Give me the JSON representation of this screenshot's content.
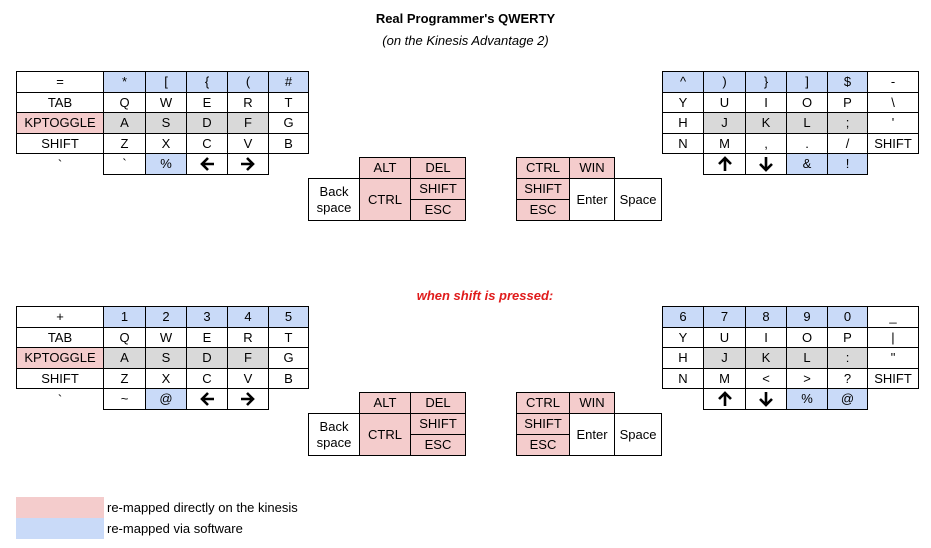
{
  "title": "Real Programmer's QWERTY",
  "subtitle": "(on the Kinesis Advantage 2)",
  "shift_note": "when shift is pressed:",
  "colors": {
    "pink": "#f4cccc",
    "blue": "#c9daf8",
    "gray": "#d9d9d9"
  },
  "legend": [
    {
      "color": "pink",
      "label": "re-mapped directly on the kinesis"
    },
    {
      "color": "blue",
      "label": "re-mapped via software"
    }
  ],
  "layers": [
    {
      "name": "base",
      "left": [
        [
          {
            "t": "=",
            "c": "white"
          },
          {
            "t": "*",
            "c": "blue"
          },
          {
            "t": "[",
            "c": "blue"
          },
          {
            "t": "{",
            "c": "blue"
          },
          {
            "t": "(",
            "c": "blue"
          },
          {
            "t": "#",
            "c": "blue"
          }
        ],
        [
          {
            "t": "TAB",
            "c": "white"
          },
          {
            "t": "Q",
            "c": "white"
          },
          {
            "t": "W",
            "c": "white"
          },
          {
            "t": "E",
            "c": "white"
          },
          {
            "t": "R",
            "c": "white"
          },
          {
            "t": "T",
            "c": "white"
          }
        ],
        [
          {
            "t": "KPTOGGLE",
            "c": "pink"
          },
          {
            "t": "A",
            "c": "gray"
          },
          {
            "t": "S",
            "c": "gray"
          },
          {
            "t": "D",
            "c": "gray"
          },
          {
            "t": "F",
            "c": "gray"
          },
          {
            "t": "G",
            "c": "white"
          }
        ],
        [
          {
            "t": "SHIFT",
            "c": "white"
          },
          {
            "t": "Z",
            "c": "white"
          },
          {
            "t": "X",
            "c": "white"
          },
          {
            "t": "C",
            "c": "white"
          },
          {
            "t": "V",
            "c": "white"
          },
          {
            "t": "B",
            "c": "white"
          }
        ],
        [
          {
            "t": "`",
            "c": "none"
          },
          {
            "t": "`",
            "c": "white"
          },
          {
            "t": "%",
            "c": "blue"
          },
          {
            "t": "",
            "c": "white",
            "icon": "arrow-left-icon"
          },
          {
            "t": "",
            "c": "white",
            "icon": "arrow-right-icon"
          }
        ]
      ],
      "right": [
        [
          {
            "t": "^",
            "c": "blue"
          },
          {
            "t": ")",
            "c": "blue"
          },
          {
            "t": "}",
            "c": "blue"
          },
          {
            "t": "]",
            "c": "blue"
          },
          {
            "t": "$",
            "c": "blue"
          },
          {
            "t": "-",
            "c": "white"
          }
        ],
        [
          {
            "t": "Y",
            "c": "white"
          },
          {
            "t": "U",
            "c": "white"
          },
          {
            "t": "I",
            "c": "white"
          },
          {
            "t": "O",
            "c": "white"
          },
          {
            "t": "P",
            "c": "white"
          },
          {
            "t": "\\",
            "c": "white"
          }
        ],
        [
          {
            "t": "H",
            "c": "white"
          },
          {
            "t": "J",
            "c": "gray"
          },
          {
            "t": "K",
            "c": "gray"
          },
          {
            "t": "L",
            "c": "gray"
          },
          {
            "t": ";",
            "c": "gray"
          },
          {
            "t": "'",
            "c": "white"
          }
        ],
        [
          {
            "t": "N",
            "c": "white"
          },
          {
            "t": "M",
            "c": "white"
          },
          {
            "t": ",",
            "c": "white"
          },
          {
            "t": ".",
            "c": "white"
          },
          {
            "t": "/",
            "c": "white"
          },
          {
            "t": "SHIFT",
            "c": "white"
          }
        ],
        [
          {
            "t": "",
            "c": "white",
            "icon": "arrow-up-icon"
          },
          {
            "t": "",
            "c": "white",
            "icon": "arrow-down-icon"
          },
          {
            "t": "&",
            "c": "blue"
          },
          {
            "t": "!",
            "c": "blue"
          }
        ]
      ],
      "thumb_left": {
        "alt": "ALT",
        "del": "DEL",
        "backspace": "Back space",
        "ctrl": "CTRL",
        "shift": "SHIFT",
        "esc": "ESC"
      },
      "thumb_right": {
        "ctrl": "CTRL",
        "win": "WIN",
        "shift": "SHIFT",
        "esc": "ESC",
        "enter": "Enter",
        "space": "Space"
      }
    },
    {
      "name": "shifted",
      "left": [
        [
          {
            "t": "+",
            "c": "white"
          },
          {
            "t": "1",
            "c": "blue"
          },
          {
            "t": "2",
            "c": "blue"
          },
          {
            "t": "3",
            "c": "blue"
          },
          {
            "t": "4",
            "c": "blue"
          },
          {
            "t": "5",
            "c": "blue"
          }
        ],
        [
          {
            "t": "TAB",
            "c": "white"
          },
          {
            "t": "Q",
            "c": "white"
          },
          {
            "t": "W",
            "c": "white"
          },
          {
            "t": "E",
            "c": "white"
          },
          {
            "t": "R",
            "c": "white"
          },
          {
            "t": "T",
            "c": "white"
          }
        ],
        [
          {
            "t": "KPTOGGLE",
            "c": "pink"
          },
          {
            "t": "A",
            "c": "gray"
          },
          {
            "t": "S",
            "c": "gray"
          },
          {
            "t": "D",
            "c": "gray"
          },
          {
            "t": "F",
            "c": "gray"
          },
          {
            "t": "G",
            "c": "white"
          }
        ],
        [
          {
            "t": "SHIFT",
            "c": "white"
          },
          {
            "t": "Z",
            "c": "white"
          },
          {
            "t": "X",
            "c": "white"
          },
          {
            "t": "C",
            "c": "white"
          },
          {
            "t": "V",
            "c": "white"
          },
          {
            "t": "B",
            "c": "white"
          }
        ],
        [
          {
            "t": "`",
            "c": "none"
          },
          {
            "t": "~",
            "c": "white"
          },
          {
            "t": "@",
            "c": "blue"
          },
          {
            "t": "",
            "c": "white",
            "icon": "arrow-left-icon"
          },
          {
            "t": "",
            "c": "white",
            "icon": "arrow-right-icon"
          }
        ]
      ],
      "right": [
        [
          {
            "t": "6",
            "c": "blue"
          },
          {
            "t": "7",
            "c": "blue"
          },
          {
            "t": "8",
            "c": "blue"
          },
          {
            "t": "9",
            "c": "blue"
          },
          {
            "t": "0",
            "c": "blue"
          },
          {
            "t": "_",
            "c": "white"
          }
        ],
        [
          {
            "t": "Y",
            "c": "white"
          },
          {
            "t": "U",
            "c": "white"
          },
          {
            "t": "I",
            "c": "white"
          },
          {
            "t": "O",
            "c": "white"
          },
          {
            "t": "P",
            "c": "white"
          },
          {
            "t": "|",
            "c": "white"
          }
        ],
        [
          {
            "t": "H",
            "c": "white"
          },
          {
            "t": "J",
            "c": "gray"
          },
          {
            "t": "K",
            "c": "gray"
          },
          {
            "t": "L",
            "c": "gray"
          },
          {
            "t": ":",
            "c": "gray"
          },
          {
            "t": "\"",
            "c": "white"
          }
        ],
        [
          {
            "t": "N",
            "c": "white"
          },
          {
            "t": "M",
            "c": "white"
          },
          {
            "t": "<",
            "c": "white"
          },
          {
            "t": ">",
            "c": "white"
          },
          {
            "t": "?",
            "c": "white"
          },
          {
            "t": "SHIFT",
            "c": "white"
          }
        ],
        [
          {
            "t": "",
            "c": "white",
            "icon": "arrow-up-icon"
          },
          {
            "t": "",
            "c": "white",
            "icon": "arrow-down-icon"
          },
          {
            "t": "%",
            "c": "blue"
          },
          {
            "t": "@",
            "c": "blue"
          }
        ]
      ],
      "thumb_left": {
        "alt": "ALT",
        "del": "DEL",
        "backspace": "Back space",
        "ctrl": "CTRL",
        "shift": "SHIFT",
        "esc": "ESC"
      },
      "thumb_right": {
        "ctrl": "CTRL",
        "win": "WIN",
        "shift": "SHIFT",
        "esc": "ESC",
        "enter": "Enter",
        "space": "Space"
      }
    }
  ]
}
